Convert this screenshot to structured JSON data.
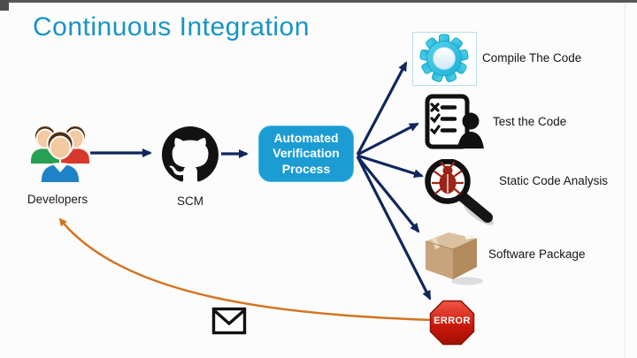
{
  "title": "Continuous Integration",
  "nodes": {
    "developers": {
      "label": "Developers",
      "icon": "people-group-icon"
    },
    "scm": {
      "label": "SCM",
      "icon": "github-octocat-icon"
    },
    "process": {
      "label": "Automated Verification Process"
    }
  },
  "outputs": [
    {
      "label": "Compile The Code",
      "icon": "gear-icon"
    },
    {
      "label": "Test the Code",
      "icon": "test-checklist-icon"
    },
    {
      "label": "Static Code Analysis",
      "icon": "bug-magnifier-icon"
    },
    {
      "label": "Software Package",
      "icon": "package-box-icon"
    }
  ],
  "error": {
    "label": "ERROR",
    "icon": "stop-sign-icon"
  },
  "feedback": {
    "icon": "envelope-icon",
    "description": "error notification back to developers"
  },
  "colors": {
    "title": "#1794c6",
    "process_box": "#1b9cd3",
    "flow_arrow": "#10265c",
    "feedback_arrow": "#d4731f",
    "error_red": "#c8170b",
    "gear_cyan": "#2fc0e2",
    "bug_red": "#9c2418",
    "package_tan": "#c8a47d",
    "top_bar": "#58585a"
  }
}
